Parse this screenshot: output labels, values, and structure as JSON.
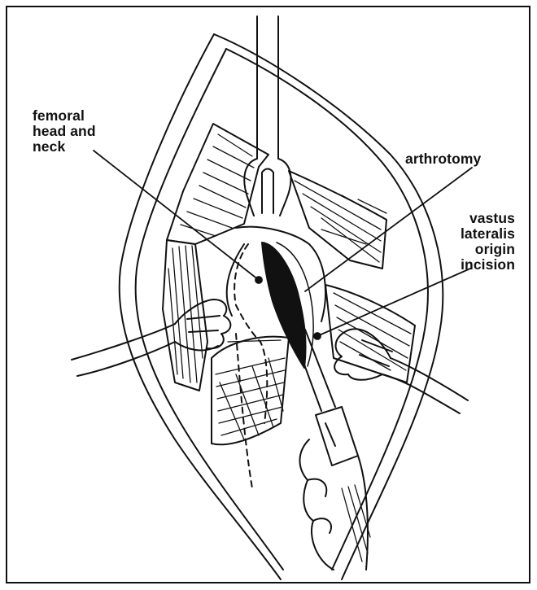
{
  "labels": {
    "femoral": [
      "femoral",
      "head and",
      "neck"
    ],
    "arthrotomy": "arthrotomy",
    "vastus": [
      "vastus",
      "lateralis",
      "origin",
      "incision"
    ]
  },
  "colors": {
    "ink": "#111111",
    "background": "#ffffff"
  }
}
